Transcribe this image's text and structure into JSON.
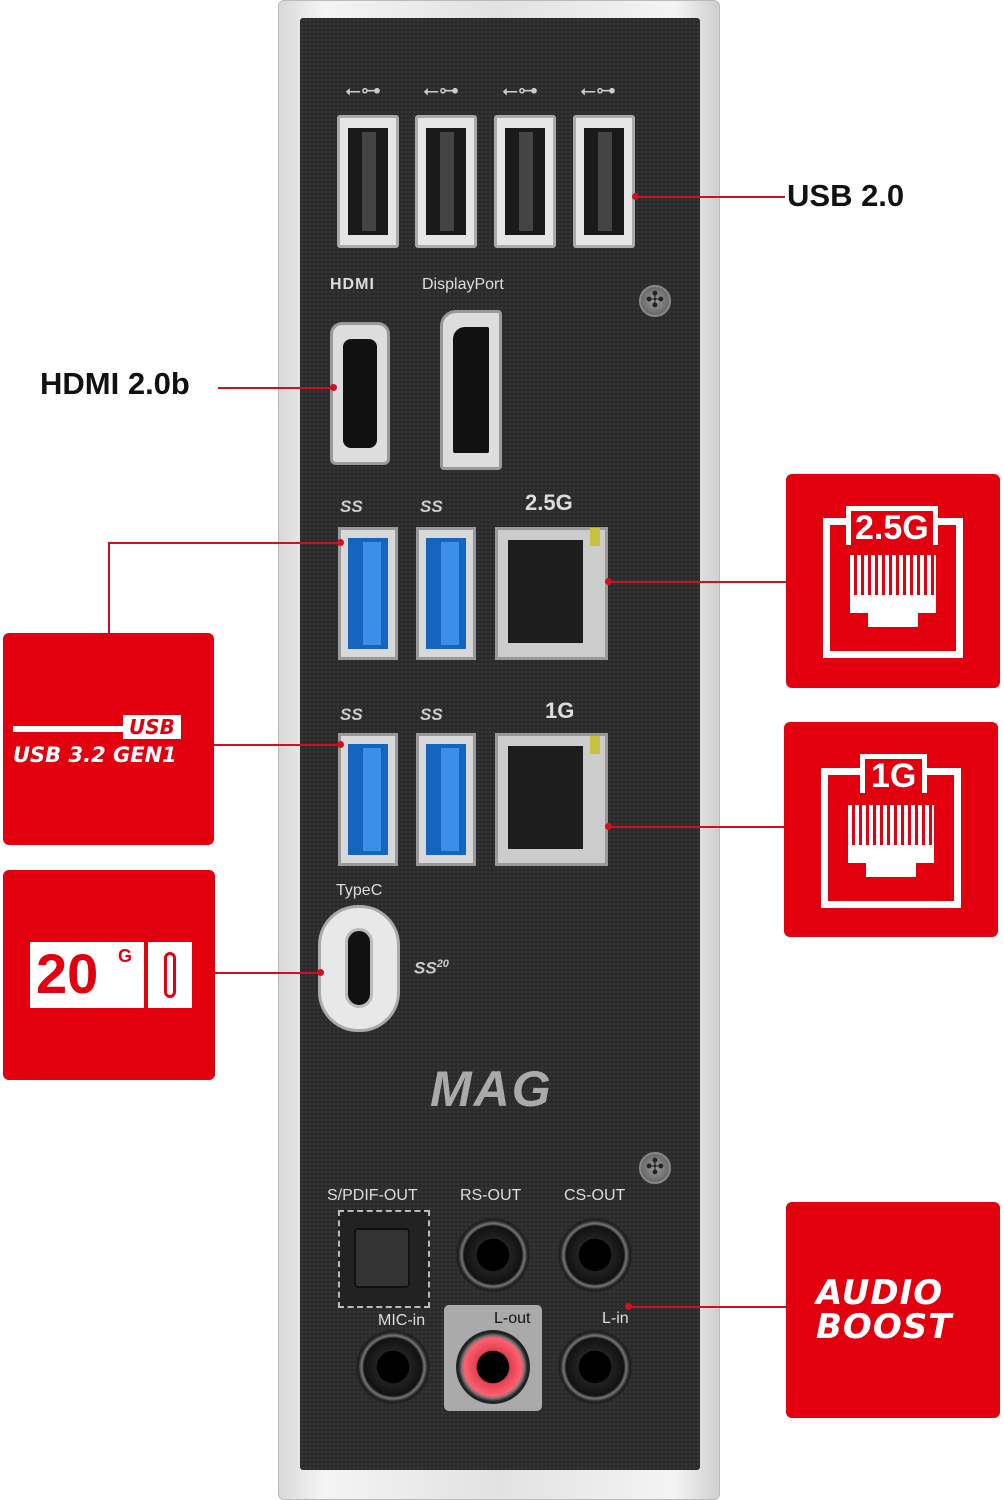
{
  "panel": {
    "hdmi_label": "HDMI",
    "dp_label": "DisplayPort",
    "lan_25_label": "2.5G",
    "lan_1_label": "1G",
    "ss_label": "SS",
    "typec_label": "TypeC",
    "typec_speed": "20",
    "logo": "MAG",
    "audio": {
      "spdif": "S/PDIF-OUT",
      "rs": "RS-OUT",
      "cs": "CS-OUT",
      "mic": "MIC-in",
      "lout": "L-out",
      "lin": "L-in"
    }
  },
  "callouts": {
    "usb2": "USB 2.0",
    "hdmi": "HDMI 2.0b",
    "usb32_badge": "USB",
    "usb32": "USB 3.2 GEN1",
    "typec_speed": "20",
    "typec_unit": "G",
    "lan25": "2.5G",
    "lan1": "1G",
    "audio_boost_1": "AUDIO",
    "audio_boost_2": "BOOST"
  },
  "colors": {
    "accent": "#e2000f",
    "usb3_blue": "#1565c0"
  }
}
